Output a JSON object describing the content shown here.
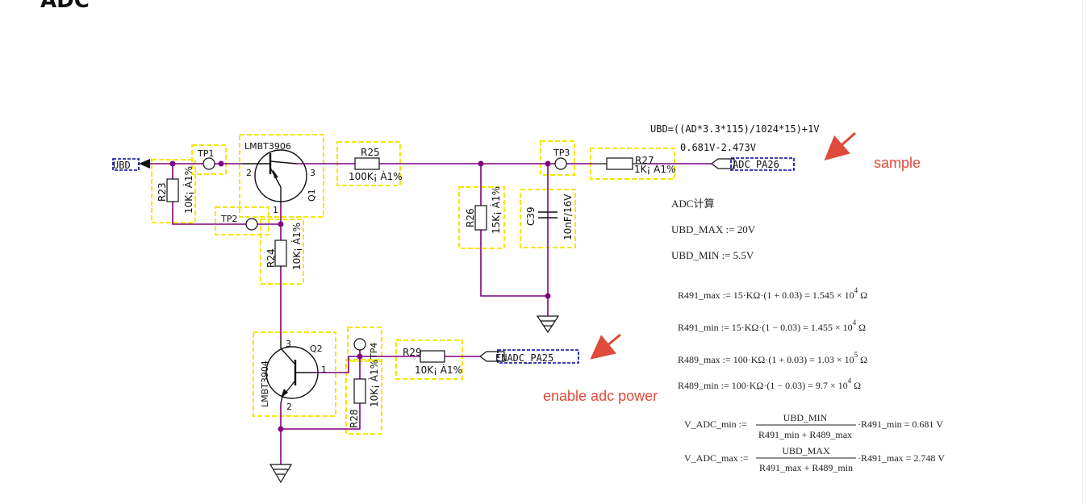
{
  "page": {
    "title": "ADC"
  },
  "colors": {
    "wire": "#800080",
    "box": "#f5e600",
    "net": "#0000aa",
    "arrow": "#e04a3a",
    "annotation": "#e04a3a"
  },
  "nets": {
    "ubd": "UBD",
    "adc": "ADC_PA26",
    "enadc": "ENADC_PA25"
  },
  "test_points": {
    "tp1": "TP1",
    "tp2": "TP2",
    "tp3": "TP3",
    "tp4": "TP4"
  },
  "transistors": {
    "q1": {
      "ref": "Q1",
      "part": "LMBT3906",
      "pins": [
        "1",
        "2",
        "3"
      ]
    },
    "q2": {
      "ref": "Q2",
      "part": "LMBT3904",
      "pins": [
        "1",
        "2",
        "3"
      ]
    }
  },
  "resistors": {
    "r23": {
      "ref": "R23",
      "value": "10K¡ À1%"
    },
    "r24": {
      "ref": "R24",
      "value": "10K¡ À1%"
    },
    "r25": {
      "ref": "R25",
      "value": "100K¡ À1%"
    },
    "r26": {
      "ref": "R26",
      "value": "15K¡ À1%"
    },
    "r27": {
      "ref": "R27",
      "value": "1K¡ À1%"
    },
    "r28": {
      "ref": "R28",
      "value": "10K¡ À1%"
    },
    "r29": {
      "ref": "R29",
      "value": "10K¡ À1%"
    }
  },
  "capacitors": {
    "c39": {
      "ref": "C39",
      "value": "10nF/16V"
    }
  },
  "formula_line": "UBD=((AD*3.3*115)/1024*15)+1V",
  "range_line": "0.681V-2.473V",
  "calc": {
    "heading": "ADC计算",
    "ubd_max": "UBD_MAX := 20V",
    "ubd_min": "UBD_MIN := 5.5V",
    "r491_max": {
      "lhs": "R491_max := 15·KΩ·(1 + 0.03) = 1.545 × 10",
      "exp": "4",
      "unit": " Ω"
    },
    "r491_min": {
      "lhs": "R491_min := 15·KΩ·(1 − 0.03) = 1.455 × 10",
      "exp": "4",
      "unit": " Ω"
    },
    "r489_max": {
      "lhs": "R489_max := 100·KΩ·(1 + 0.03) = 1.03 × 10",
      "exp": "5",
      "unit": " Ω"
    },
    "r489_min": {
      "lhs": "R489_min := 100·KΩ·(1 − 0.03) = 9.7 × 10",
      "exp": "4",
      "unit": " Ω"
    },
    "vmin": {
      "lhs": "V_ADC_min :=",
      "num": "UBD_MIN",
      "den": "R491_min + R489_max",
      "rhs": "·R491_min = 0.681 V"
    },
    "vmax": {
      "lhs": "V_ADC_max :=",
      "num": "UBD_MAX",
      "den": "R491_max + R489_min",
      "rhs": "·R491_max = 2.748 V"
    }
  },
  "annotations": {
    "sample": "sample",
    "enable": "enable adc power"
  }
}
